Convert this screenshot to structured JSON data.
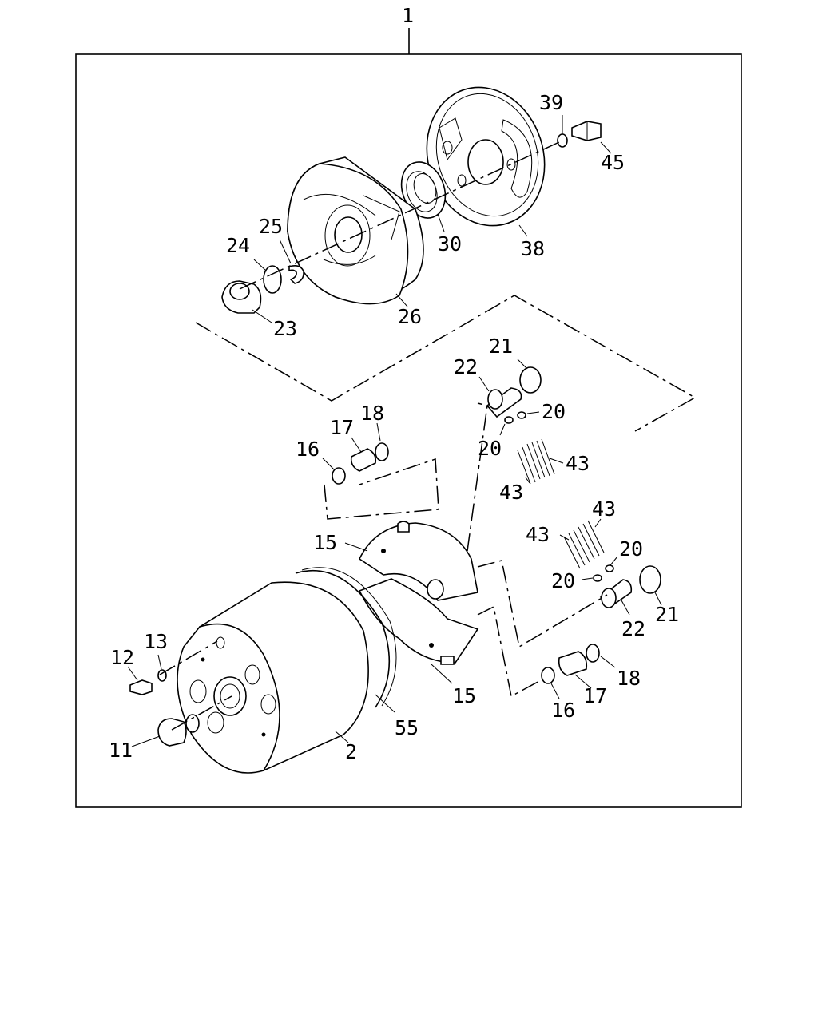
{
  "diagram": {
    "assembly_number": "1",
    "callouts": {
      "p2": "2",
      "p11": "11",
      "p12": "12",
      "p13": "13",
      "p15a": "15",
      "p15b": "15",
      "p16a": "16",
      "p16b": "16",
      "p17a": "17",
      "p17b": "17",
      "p18a": "18",
      "p18b": "18",
      "p20a": "20",
      "p20b": "20",
      "p20c": "20",
      "p20d": "20",
      "p21a": "21",
      "p21b": "21",
      "p22a": "22",
      "p22b": "22",
      "p23": "23",
      "p24": "24",
      "p25": "25",
      "p26": "26",
      "p30": "30",
      "p38": "38",
      "p39": "39",
      "p43a": "43",
      "p43b": "43",
      "p43c": "43",
      "p43d": "43",
      "p45": "45",
      "p55": "55"
    }
  }
}
